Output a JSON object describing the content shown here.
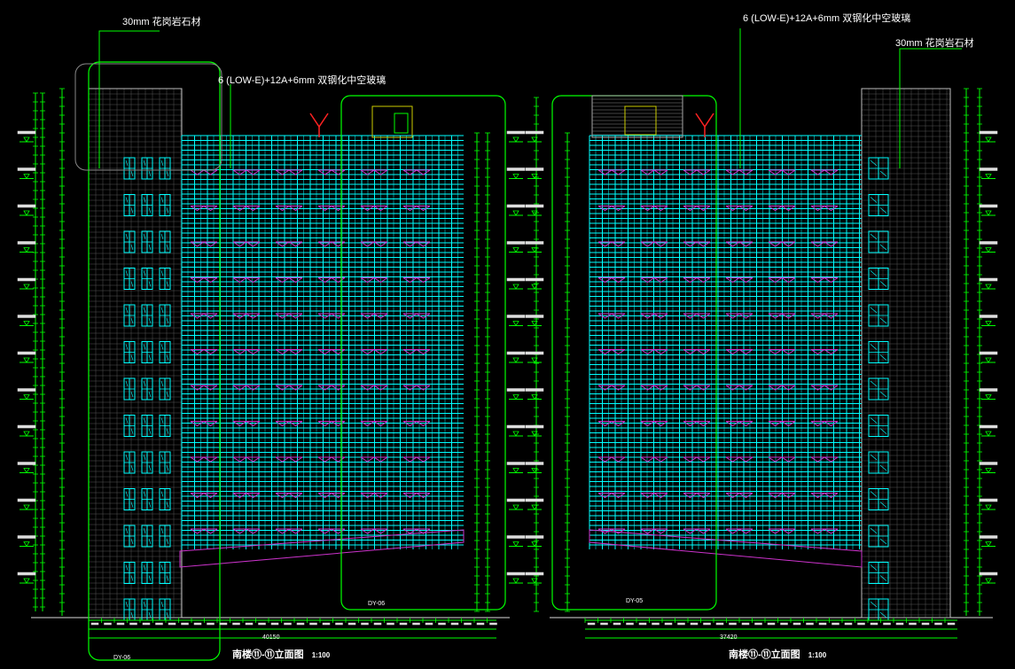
{
  "drawing": {
    "left": {
      "stone_callout": "30mm 花岗岩石材",
      "glass_callout": "6 (LOW-E)+12A+6mm 双钢化中空玻璃",
      "title": "南楼⑪-⑪立面图",
      "scale": "1:100",
      "total_dim": "40150",
      "tag": "DY-06"
    },
    "right": {
      "stone_callout": "30mm 花岗岩石材",
      "glass_callout": "6 (LOW-E)+12A+6mm 双钢化中空玻璃",
      "title": "南楼⑪-⑪立面图",
      "scale": "1:100",
      "total_dim": "37420",
      "tag": "DY-05"
    }
  },
  "colors": {
    "background": "#000000",
    "curtain_wall": "#00ffff",
    "callout": "#00ff00",
    "dimension": "#00ff00",
    "window_hatch": "#cc33cc",
    "stone": "#ffffff",
    "section_marker": "#ff2222"
  }
}
